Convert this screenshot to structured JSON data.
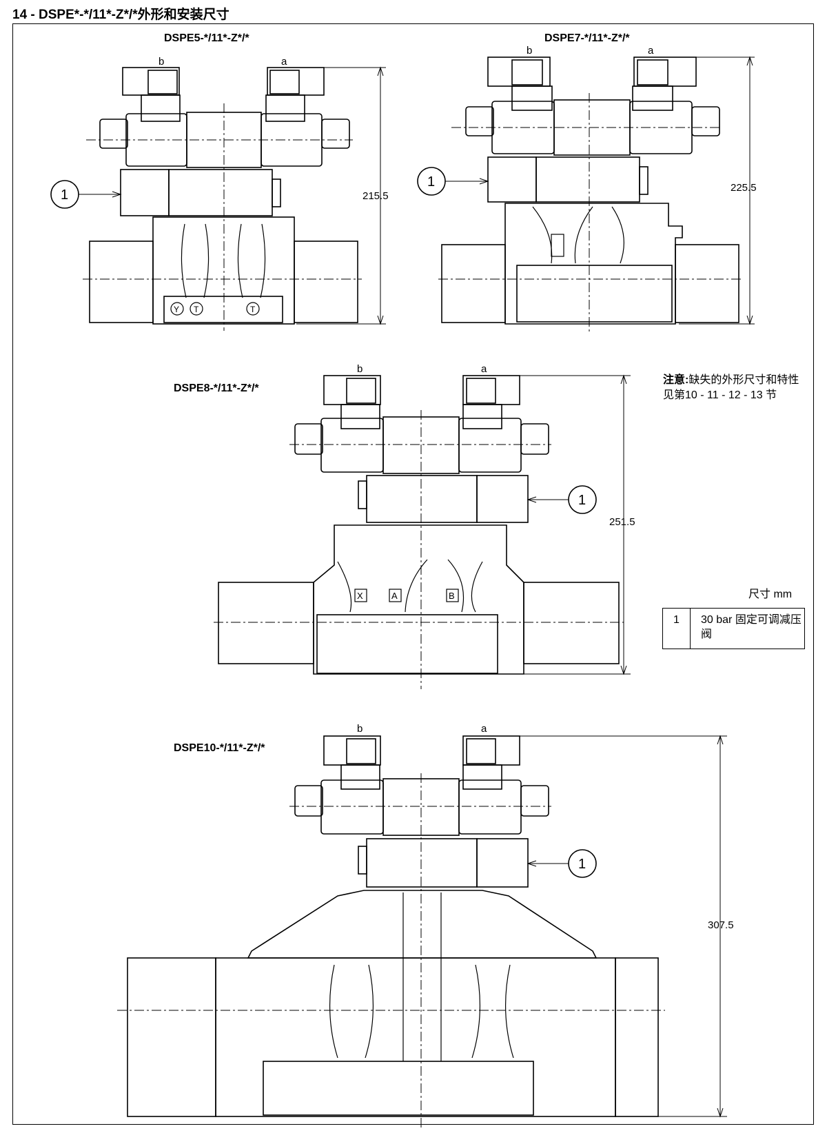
{
  "page_title": "14 - DSPE*-*/11*-Z*/*外形和安装尺寸",
  "models": {
    "dspe5": {
      "label": "DSPE5-*/11*-Z*/*",
      "dimension": "215.5",
      "port_labels": [
        "Y",
        "T",
        "T"
      ]
    },
    "dspe7": {
      "label": "DSPE7-*/11*-Z*/*",
      "dimension": "225.5"
    },
    "dspe8": {
      "label": "DSPE8-*/11*-Z*/*",
      "dimension": "251.5",
      "port_labels": [
        "X",
        "A",
        "B"
      ]
    },
    "dspe10": {
      "label": "DSPE10-*/11*-Z*/*",
      "dimension": "307.5"
    }
  },
  "solenoid_labels": {
    "left": "b",
    "right": "a"
  },
  "callout_number": "1",
  "note": {
    "prefix": "注意:",
    "text": "缺失的外形尺寸和特性见第10 - 11 - 12 - 13 节"
  },
  "units": "尺寸  mm",
  "legend": [
    {
      "number": "1",
      "description": "30 bar 固定可调减压阀"
    }
  ]
}
